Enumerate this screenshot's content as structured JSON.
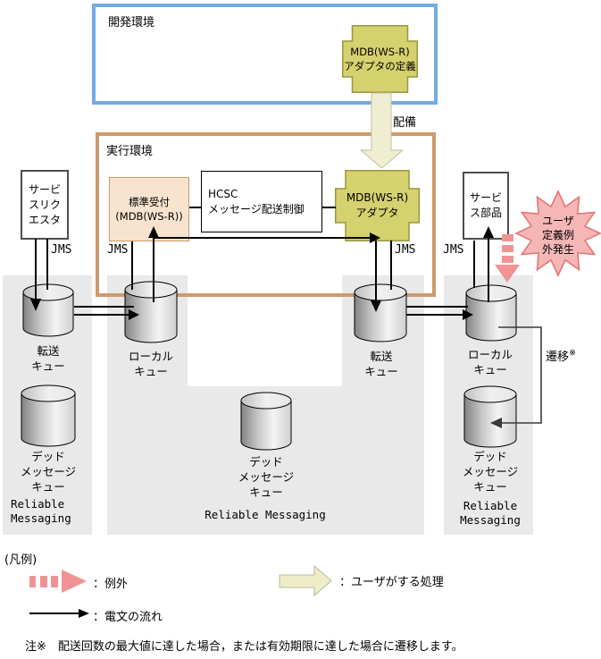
{
  "dev_env": {
    "title": "開発環境",
    "def_box": "MDB(WS-R)\nアダプタの定義"
  },
  "deploy_label": "配備",
  "exec_env": {
    "title": "実行環境",
    "reception_box": "標準受付\n(MDB(WS-R))",
    "control_box": "HCSC\nメッセージ配送制御",
    "adapter_box": "MDB(WS-R)\nアダプタ"
  },
  "service_requester": "サービ\nスリク\nエスタ",
  "service_component": "サービ\nス部品",
  "burst_label": "ユーザ\n定義例\n外発生",
  "jms": [
    "JMS",
    "JMS",
    "JMS",
    "JMS"
  ],
  "transition": {
    "label": "遷移",
    "sup": "※"
  },
  "queues": {
    "left_transfer": "転送\nキュー",
    "left_dead": "デッド\nメッセージ\nキュー",
    "left_product": "Reliable\nMessaging",
    "mid_local": "ローカル\nキュー",
    "mid_transfer": "転送\nキュー",
    "mid_dead": "デッド\nメッセージ\nキュー",
    "mid_product": "Reliable Messaging",
    "right_local": "ローカル\nキュー",
    "right_dead": "デッド\nメッセージ\nキュー",
    "right_product": "Reliable\nMessaging"
  },
  "legend": {
    "title": "(凡例)",
    "exception": "：例外",
    "user_process": "：ユーザがする処理",
    "message_flow": "：電文の流れ"
  },
  "note": "注※　配送回数の最大値に達した場合，または有効期限に達した場合に遷移します。",
  "colors": {
    "dev_env_border": "#73AAE4",
    "exec_env_border": "#CE9A6B",
    "adapter_fill": "#D5D16E",
    "reception_fill": "#F8E4CE",
    "user_arrow_fill": "#EFEED2",
    "exception_pink": "#F19394",
    "burst_fill": "#F5B6B6",
    "burst_stroke": "#E57070",
    "panel_gray": "#E9E9E9"
  }
}
